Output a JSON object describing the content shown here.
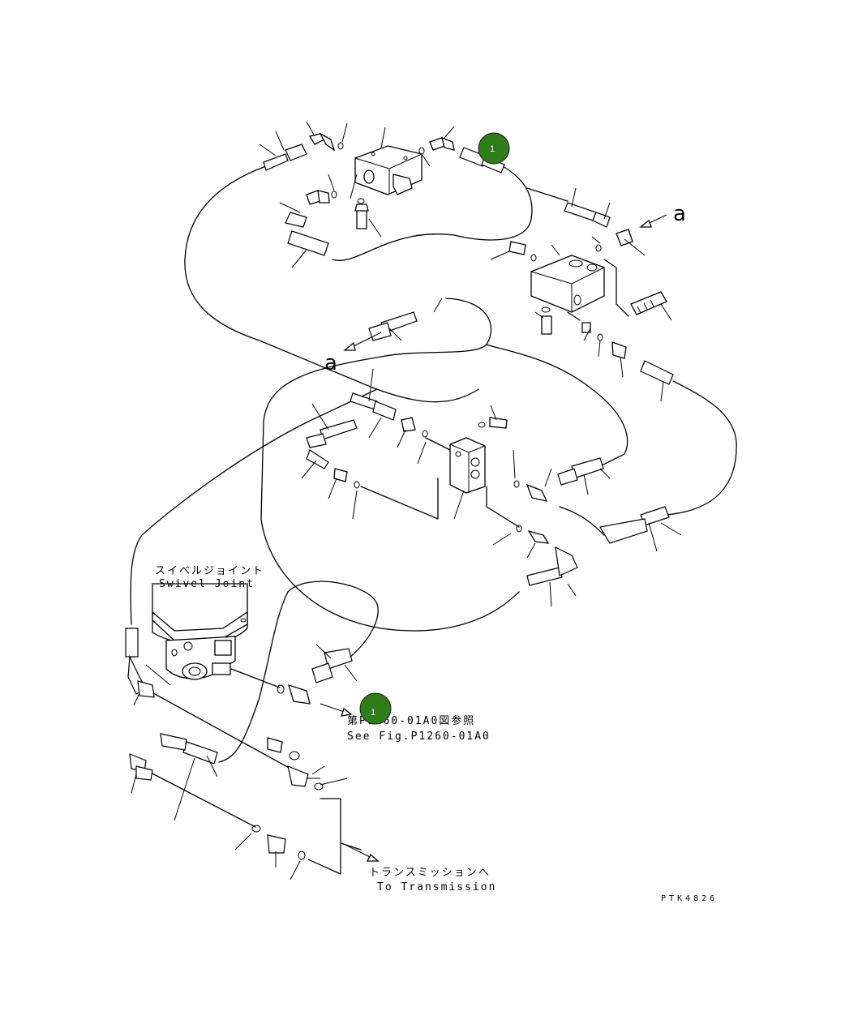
{
  "labels": {
    "swivel_jp": "スイベルジョイント",
    "swivel_en": "Swivel Joint",
    "ref_jp": "第P1260-01A0図参照",
    "ref_en": "See Fig.P1260-01A0",
    "trans_jp": "トランスミッションへ",
    "trans_en": "To Transmission",
    "drawing_code": "PTK4826",
    "view_a_upper": "a",
    "view_a_lower": "a"
  },
  "callouts": [
    {
      "number": "1",
      "color": "#2e7d1a"
    },
    {
      "number": "1",
      "color": "#2e7d1a"
    }
  ]
}
